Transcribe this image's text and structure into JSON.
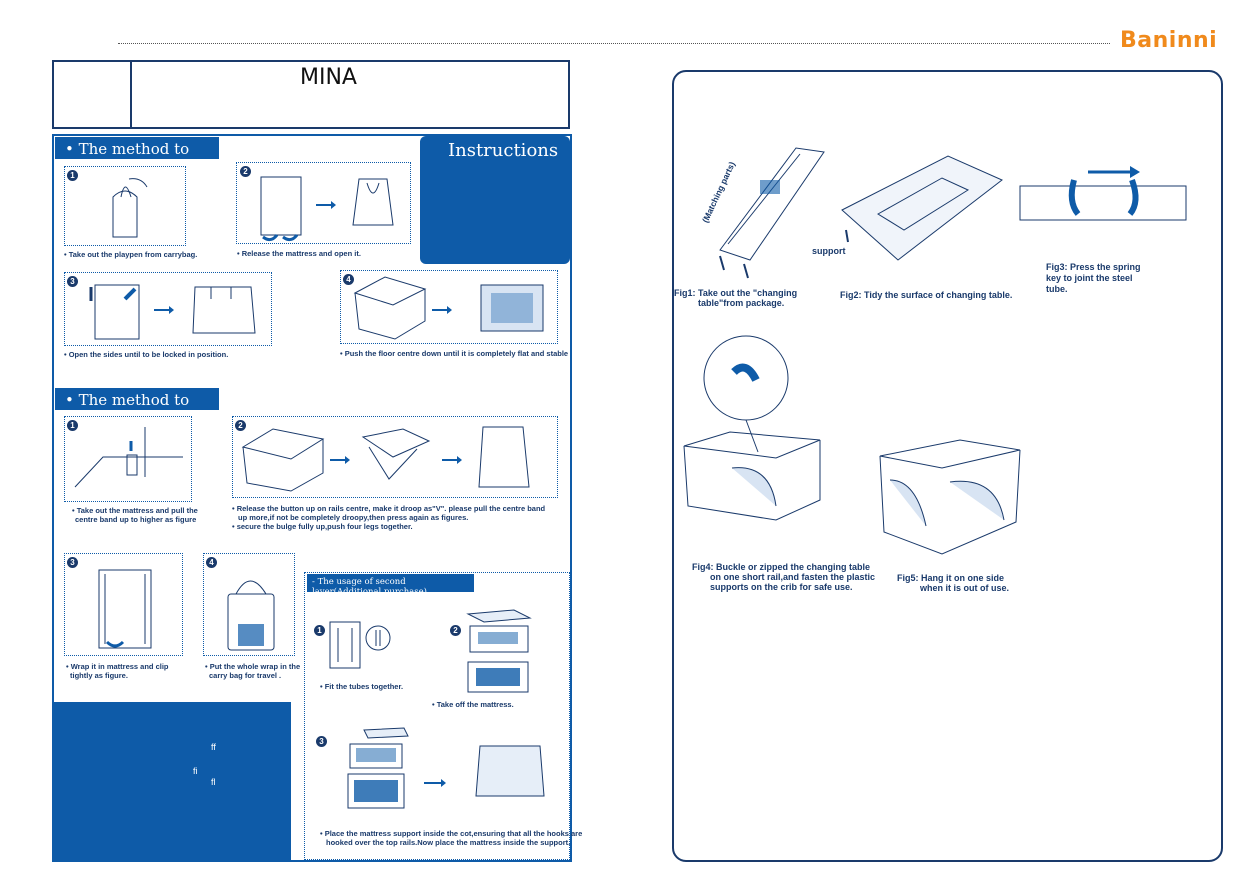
{
  "brand": "Baninni",
  "title": "MINA",
  "open": {
    "heading": "• The method to open:",
    "instructions": "Instructions",
    "steps": [
      {
        "num": "1",
        "caption": "• Take out the playpen from carrybag."
      },
      {
        "num": "2",
        "caption": "• Release the mattress and open it."
      },
      {
        "num": "3",
        "caption": "• Open the sides until to be locked in position."
      },
      {
        "num": "4",
        "caption": "• Push the floor centre down until it is completely flat and stable"
      }
    ]
  },
  "fold": {
    "heading": "• The method to fold:",
    "steps": [
      {
        "num": "1",
        "caption1": "• Take out the mattress and pull the",
        "caption2": "centre band up to higher as figure"
      },
      {
        "num": "2",
        "caption1": "• Release the button up on rails centre, make it droop as\"V\".  please pull the centre band",
        "caption2": "up more,if not be completely droopy,then press again as figures.",
        "caption3": "• secure the bulge fully up,push four legs together."
      },
      {
        "num": "3",
        "caption1": "• Wrap it in mattress and clip",
        "caption2": "tightly as figure."
      },
      {
        "num": "4",
        "caption1": "•  Put the whole wrap in the",
        "caption2": "carry bag for travel ."
      }
    ]
  },
  "blue_box": {
    "lig1": "ff",
    "lig2": "fi",
    "lig3": "fl"
  },
  "second_layer": {
    "heading": "- The usage of second layer(Additional purchase)",
    "steps": [
      {
        "num": "1",
        "caption": "• Fit the tubes together."
      },
      {
        "num": "2",
        "caption": "• Take off the mattress."
      },
      {
        "num": "3",
        "caption1": "• Place the mattress support inside the cot,ensuring that all the hooks are",
        "caption2": "hooked over the top rails.Now place the mattress inside the support."
      }
    ]
  },
  "changing_table": {
    "matching_parts": "(Matching parts)",
    "support_label": "support",
    "fig1_1": "Fig1: Take out the \"changing",
    "fig1_2": "table\"from package.",
    "fig2": "Fig2: Tidy the surface of changing table.",
    "fig3_1": "Fig3: Press the spring",
    "fig3_2": "key to joint the steel",
    "fig3_3": "tube.",
    "fig4_1": "Fig4: Buckle or zipped the changing table",
    "fig4_2": "on one short rail,and fasten the plastic",
    "fig4_3": "supports on the crib for safe use.",
    "fig5_1": "Fig5: Hang it on one side",
    "fig5_2": "when it is out of use."
  }
}
